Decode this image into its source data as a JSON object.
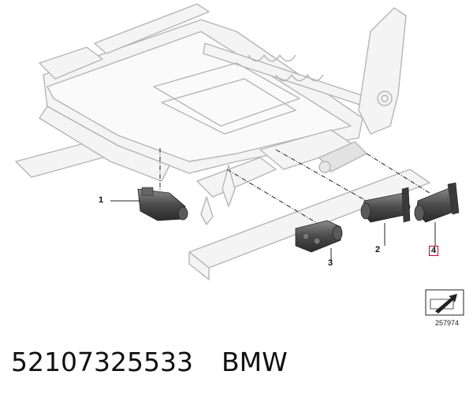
{
  "diagram": {
    "callouts": [
      {
        "id": "1",
        "label": "1",
        "highlighted": false
      },
      {
        "id": "2",
        "label": "2",
        "highlighted": false
      },
      {
        "id": "3",
        "label": "3",
        "highlighted": false
      },
      {
        "id": "4",
        "label": "4",
        "highlighted": true
      }
    ],
    "diagram_number": "257974",
    "highlight_color": "#d0021b",
    "line_color": "#b8b8b8",
    "part_color": "#4a4a4a",
    "icon": "parts-arrow-icon"
  },
  "footer": {
    "part_number": "52107325533",
    "brand": "BMW"
  }
}
